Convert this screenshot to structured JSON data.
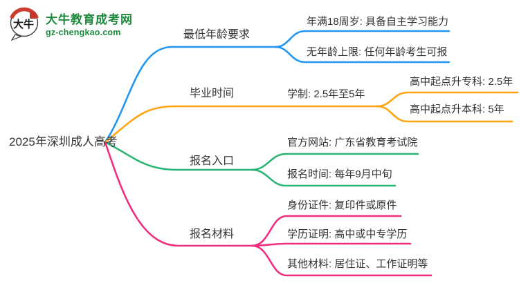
{
  "brand": {
    "name": "大牛教育成考网",
    "domain": "gz-chengkao.com",
    "logo_text": "大牛"
  },
  "colors": {
    "branch_blue": "#2196F3",
    "branch_orange": "#FFA40F",
    "branch_green": "#28B473",
    "branch_pink": "#F02D7D",
    "brand_green": "#1E8A3E",
    "logo_red": "#CD3C2D",
    "text": "#333333"
  },
  "mindmap": {
    "root": "2025年深圳成人高考",
    "branches": [
      {
        "label": "最低年龄要求",
        "color": "#2196F3",
        "children": [
          {
            "label": "年满18周岁: 具备自主学习能力"
          },
          {
            "label": "无年龄上限: 任何年龄考生可报"
          }
        ]
      },
      {
        "label": "毕业时间",
        "color": "#FFA40F",
        "children": [
          {
            "label": "学制: 2.5年至5年",
            "children": [
              {
                "label": "高中起点升专科: 2.5年"
              },
              {
                "label": "高中起点升本科: 5年"
              }
            ]
          }
        ]
      },
      {
        "label": "报名入口",
        "color": "#28B473",
        "children": [
          {
            "label": "官方网站: 广东省教育考试院"
          },
          {
            "label": "报名时间: 每年9月中旬"
          }
        ]
      },
      {
        "label": "报名材料",
        "color": "#F02D7D",
        "children": [
          {
            "label": "身份证件: 复印件或原件"
          },
          {
            "label": "学历证明: 高中或中专学历"
          },
          {
            "label": "其他材料: 居住证、工作证明等"
          }
        ]
      }
    ]
  }
}
